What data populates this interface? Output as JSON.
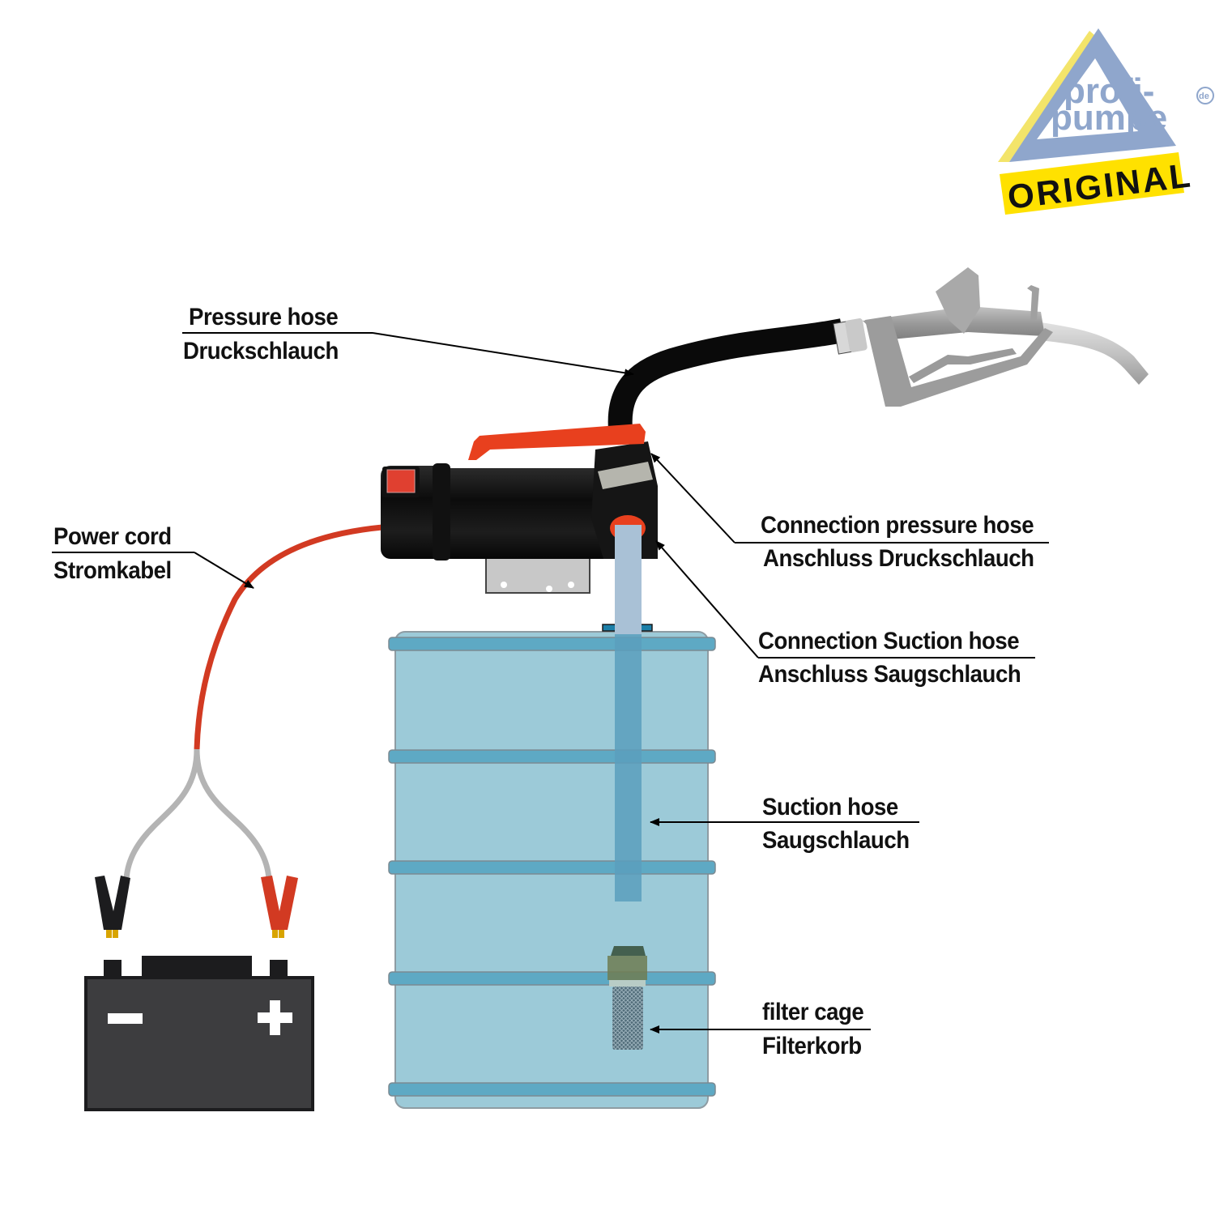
{
  "logo": {
    "line1": "profi-",
    "line2": "pumpe",
    "suffix": "de",
    "badge": "ORIGINAL",
    "colors": {
      "triangle": "#8fa6cc",
      "accent": "#f3e46a",
      "badge": "#ffe100"
    }
  },
  "labels": {
    "pressure_hose": {
      "en": "Pressure hose",
      "de": "Druckschlauch"
    },
    "power_cord": {
      "en": "Power cord",
      "de": "Stromkabel"
    },
    "connection_pressure_hose": {
      "en": "Connection pressure hose",
      "de": "Anschluss Druckschlauch"
    },
    "connection_suction_hose": {
      "en": "Connection Suction hose",
      "de": "Anschluss Saugschlauch"
    },
    "suction_hose": {
      "en": "Suction hose",
      "de": "Saugschlauch"
    },
    "filter_cage": {
      "en": "filter cage",
      "de": "Filterkorb"
    }
  },
  "battery": {
    "negative_symbol": "−",
    "positive_symbol": "+"
  },
  "colors": {
    "cable_red": "#d23a22",
    "cable_grey": "#b4b4b4",
    "barrel": "#9ccad8",
    "barrel_band": "#5ea9c4",
    "hose_suction": "#a9c1d6",
    "pump_body": "#151515",
    "handle_orange": "#e8401e",
    "battery_body": "#3d3d3f",
    "nozzle_metal": "#a8a8a8"
  }
}
